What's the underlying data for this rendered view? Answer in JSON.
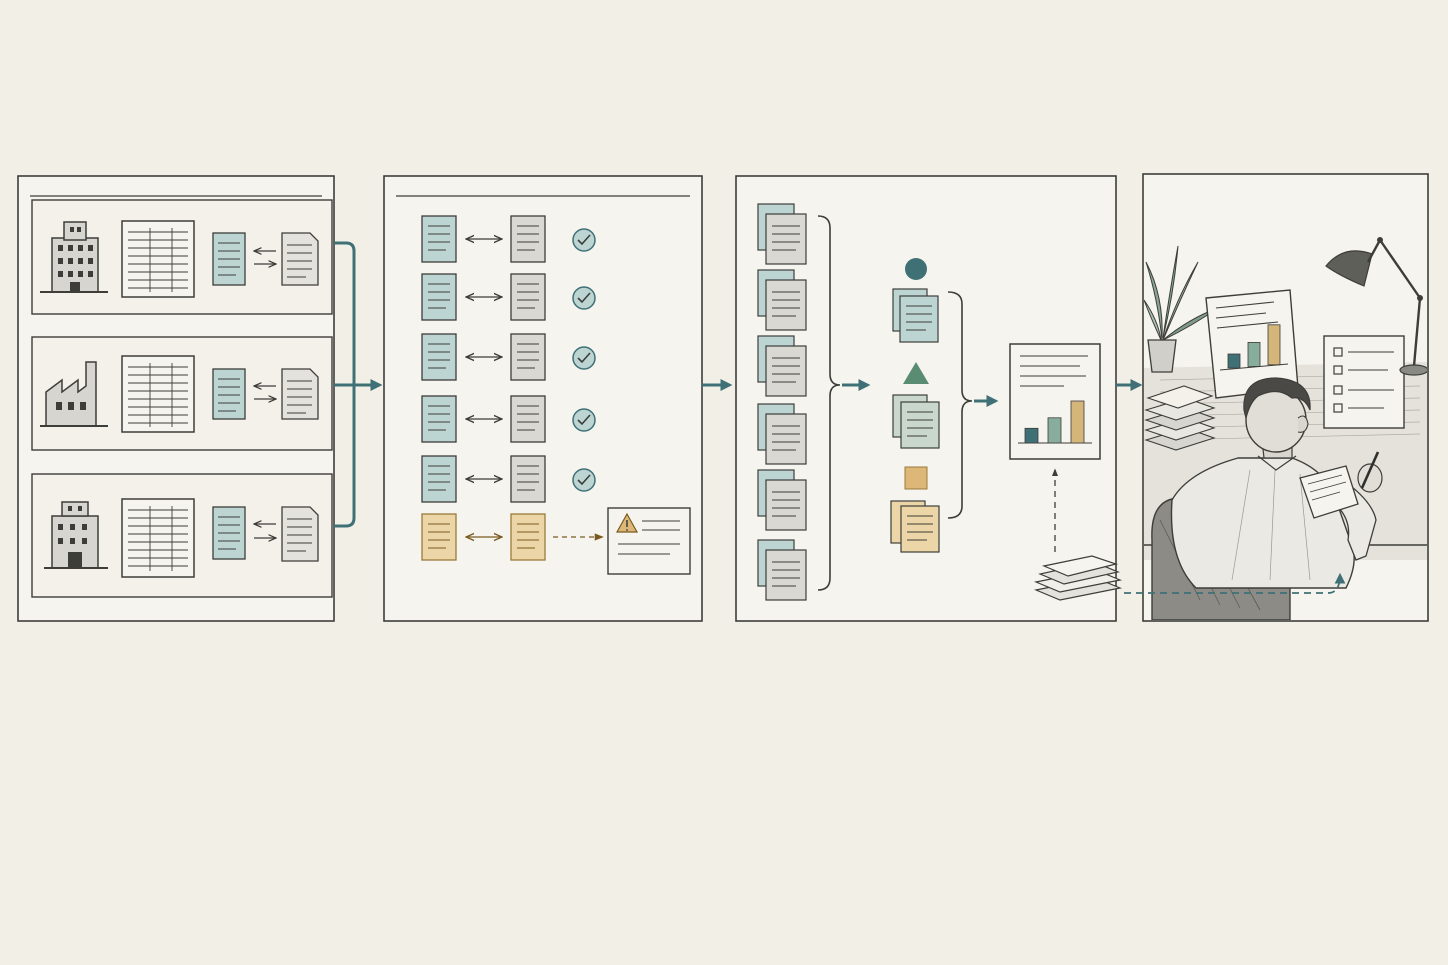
{
  "colors": {
    "background": "#f2efe7",
    "paper": "#f6f4ee",
    "ink": "#3d3d3a",
    "teal": "#3f7076",
    "teal_doc": "#bcd5d3",
    "gray_doc": "#d9d8d2",
    "amber": "#9a7a3a",
    "amber_doc": "#ecd6a7",
    "amber_square": "#dcb777",
    "sage_doc": "#c9d7cd",
    "bar_teal": "#3f7076",
    "bar_sage": "#88ad9d",
    "bar_amber": "#d4b57a"
  },
  "diagram": {
    "panels": [
      {
        "id": "sources",
        "contents": [
          "office-building-icon",
          "factory-icon",
          "civic-building-icon",
          "spreadsheet-icon",
          "document-icon"
        ]
      },
      {
        "id": "reconciliation",
        "matched_pairs": 5,
        "flagged_pairs": 1,
        "status_icons": [
          "check-circle-icon",
          "warning-icon"
        ]
      },
      {
        "id": "categorization",
        "document_stacks": 6,
        "group_markers": [
          "circle",
          "triangle",
          "square"
        ]
      },
      {
        "id": "review",
        "contents": [
          "report-icon",
          "bar-chart-icon",
          "checklist-icon",
          "desk-lamp-icon",
          "plant-icon",
          "person-reviewing-icon"
        ]
      }
    ],
    "report_bars": [
      0.35,
      0.6,
      1.0
    ]
  }
}
